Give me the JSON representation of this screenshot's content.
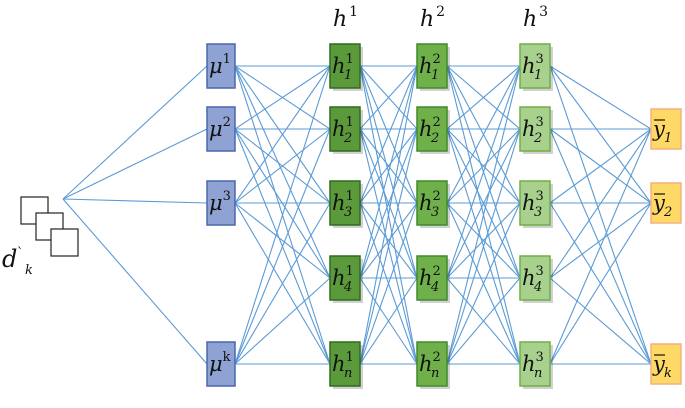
{
  "input": {
    "label_base": "d",
    "label_sub": "k",
    "label_mark": "`"
  },
  "colors": {
    "edge": "#5b9bd5",
    "mu_fill": "#8fa2d4",
    "mu_stroke": "#4a66ac",
    "h1_fill": "#5a9a3a",
    "h1_stroke": "#2f6a1e",
    "h2_fill": "#6fb04a",
    "h2_stroke": "#3f8a2a",
    "h3_fill": "#a9d18e",
    "h3_stroke": "#70ad47",
    "y_fill": "#ffd966",
    "y_stroke": "#f4b183"
  },
  "headers": [
    {
      "base": "h",
      "sup": "1"
    },
    {
      "base": "h",
      "sup": "2"
    },
    {
      "base": "h",
      "sup": "3"
    }
  ],
  "layers": [
    {
      "id": "mu",
      "nodes": [
        {
          "base": "μ",
          "sup": "1",
          "sub": ""
        },
        {
          "base": "μ",
          "sup": "2",
          "sub": ""
        },
        {
          "base": "μ",
          "sup": "3",
          "sub": ""
        },
        {
          "base": "μ",
          "sup": "k",
          "sub": ""
        }
      ]
    },
    {
      "id": "h1",
      "nodes": [
        {
          "base": "h",
          "sup": "1",
          "sub": "1"
        },
        {
          "base": "h",
          "sup": "1",
          "sub": "2"
        },
        {
          "base": "h",
          "sup": "1",
          "sub": "3"
        },
        {
          "base": "h",
          "sup": "1",
          "sub": "4"
        },
        {
          "base": "h",
          "sup": "1",
          "sub": "n"
        }
      ]
    },
    {
      "id": "h2",
      "nodes": [
        {
          "base": "h",
          "sup": "2",
          "sub": "1"
        },
        {
          "base": "h",
          "sup": "2",
          "sub": "2"
        },
        {
          "base": "h",
          "sup": "2",
          "sub": "3"
        },
        {
          "base": "h",
          "sup": "2",
          "sub": "4"
        },
        {
          "base": "h",
          "sup": "2",
          "sub": "n"
        }
      ]
    },
    {
      "id": "h3",
      "nodes": [
        {
          "base": "h",
          "sup": "3",
          "sub": "1"
        },
        {
          "base": "h",
          "sup": "3",
          "sub": "2"
        },
        {
          "base": "h",
          "sup": "3",
          "sub": "3"
        },
        {
          "base": "h",
          "sup": "3",
          "sub": "4"
        },
        {
          "base": "h",
          "sup": "3",
          "sub": "n"
        }
      ]
    },
    {
      "id": "y",
      "nodes": [
        {
          "base": "y",
          "sup": "",
          "sub": "1"
        },
        {
          "base": "y",
          "sup": "",
          "sub": "2"
        },
        {
          "base": "y",
          "sup": "",
          "sub": "k"
        }
      ]
    }
  ]
}
